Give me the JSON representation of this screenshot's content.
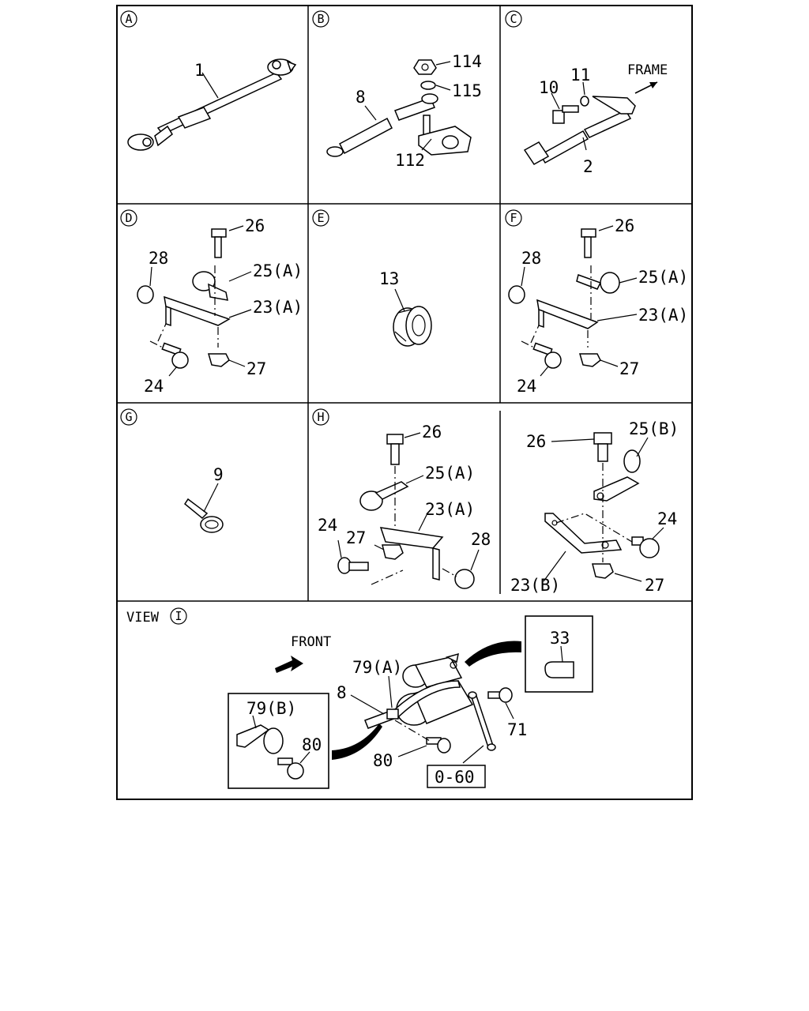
{
  "panels": {
    "A": {
      "letter": "A",
      "labels": {
        "l1": "1"
      }
    },
    "B": {
      "letter": "B",
      "labels": {
        "l114": "114",
        "l115": "115",
        "l8": "8",
        "l112": "112"
      }
    },
    "C": {
      "letter": "C",
      "labels": {
        "l10": "10",
        "l11": "11",
        "frame": "FRAME",
        "l2": "2"
      }
    },
    "D": {
      "letter": "D",
      "labels": {
        "l26": "26",
        "l28": "28",
        "l25": "25(A)",
        "l23": "23(A)",
        "l24": "24",
        "l27": "27"
      }
    },
    "E": {
      "letter": "E",
      "labels": {
        "l13": "13"
      }
    },
    "F": {
      "letter": "F",
      "labels": {
        "l26": "26",
        "l28": "28",
        "l25": "25(A)",
        "l23": "23(A)",
        "l24": "24",
        "l27": "27"
      }
    },
    "G": {
      "letter": "G",
      "labels": {
        "l9": "9"
      }
    },
    "H": {
      "letter": "H",
      "labels": {
        "l26": "26",
        "l25": "25(A)",
        "l23": "23(A)",
        "l24": "24",
        "l27": "27",
        "l28": "28"
      }
    },
    "J": {
      "labels": {
        "l26": "26",
        "l25": "25(B)",
        "l24": "24",
        "l23": "23(B)",
        "l27": "27"
      }
    },
    "view": {
      "title": "VIEW",
      "letter": "I",
      "front": "FRONT",
      "labels": {
        "l33": "33",
        "l79a": "79(A)",
        "l8": "8",
        "l79b": "79(B)",
        "l80a": "80",
        "l80b": "80",
        "l71": "71",
        "ref": "0-60"
      }
    }
  }
}
